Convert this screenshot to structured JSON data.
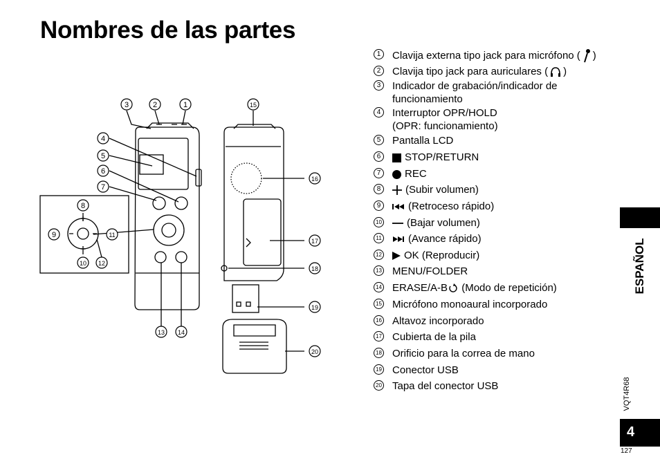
{
  "title": "Nombres de las partes",
  "parts": [
    {
      "num": "1",
      "text": "Clavija externa tipo jack para micrófono (",
      "suffix": ")",
      "icon": "microphone-icon"
    },
    {
      "num": "2",
      "text": "Clavija tipo jack para auriculares (",
      "suffix": ")",
      "icon": "headphones-icon"
    },
    {
      "num": "3",
      "text": "Indicador de grabación/indicador de funcionamiento"
    },
    {
      "num": "4",
      "text": "Interruptor OPR/HOLD",
      "text2": "(OPR: funcionamiento)"
    },
    {
      "num": "5",
      "text": "Pantalla LCD"
    },
    {
      "num": "6",
      "text": "STOP/RETURN",
      "icon": "stop-square-icon"
    },
    {
      "num": "7",
      "text": "REC",
      "icon": "record-dot-icon"
    },
    {
      "num": "8",
      "text": "(Subir volumen)",
      "icon": "plus-icon"
    },
    {
      "num": "9",
      "text": "(Retroceso rápido)",
      "icon": "rewind-icon"
    },
    {
      "num": "10",
      "text": "(Bajar volumen)",
      "icon": "minus-icon"
    },
    {
      "num": "11",
      "text": "(Avance rápido)",
      "icon": "fast-forward-icon"
    },
    {
      "num": "12",
      "text": "OK (Reproducir)",
      "icon": "play-icon"
    },
    {
      "num": "13",
      "text": "MENU/FOLDER"
    },
    {
      "num": "14",
      "text": "ERASE/",
      "text_mid": "A-B",
      "suffix": " (Modo de repetición)",
      "icon": "repeat-icon"
    },
    {
      "num": "15",
      "text": "Micrófono monoaural incorporado"
    },
    {
      "num": "16",
      "text": "Altavoz incorporado"
    },
    {
      "num": "17",
      "text": "Cubierta de la pila"
    },
    {
      "num": "18",
      "text": "Orificio para la correa de mano"
    },
    {
      "num": "19",
      "text": "Conector USB"
    },
    {
      "num": "20",
      "text": "Tapa del conector USB"
    }
  ],
  "diagram_labels": [
    "3",
    "2",
    "1",
    "15",
    "4",
    "5",
    "6",
    "7",
    "8",
    "9",
    "11",
    "10",
    "12",
    "16",
    "17",
    "18",
    "19",
    "13",
    "14",
    "20"
  ],
  "sidebar": {
    "language": "ESPAÑOL",
    "doc_code": "VQT4R68",
    "page": "4",
    "page_small": "127"
  }
}
